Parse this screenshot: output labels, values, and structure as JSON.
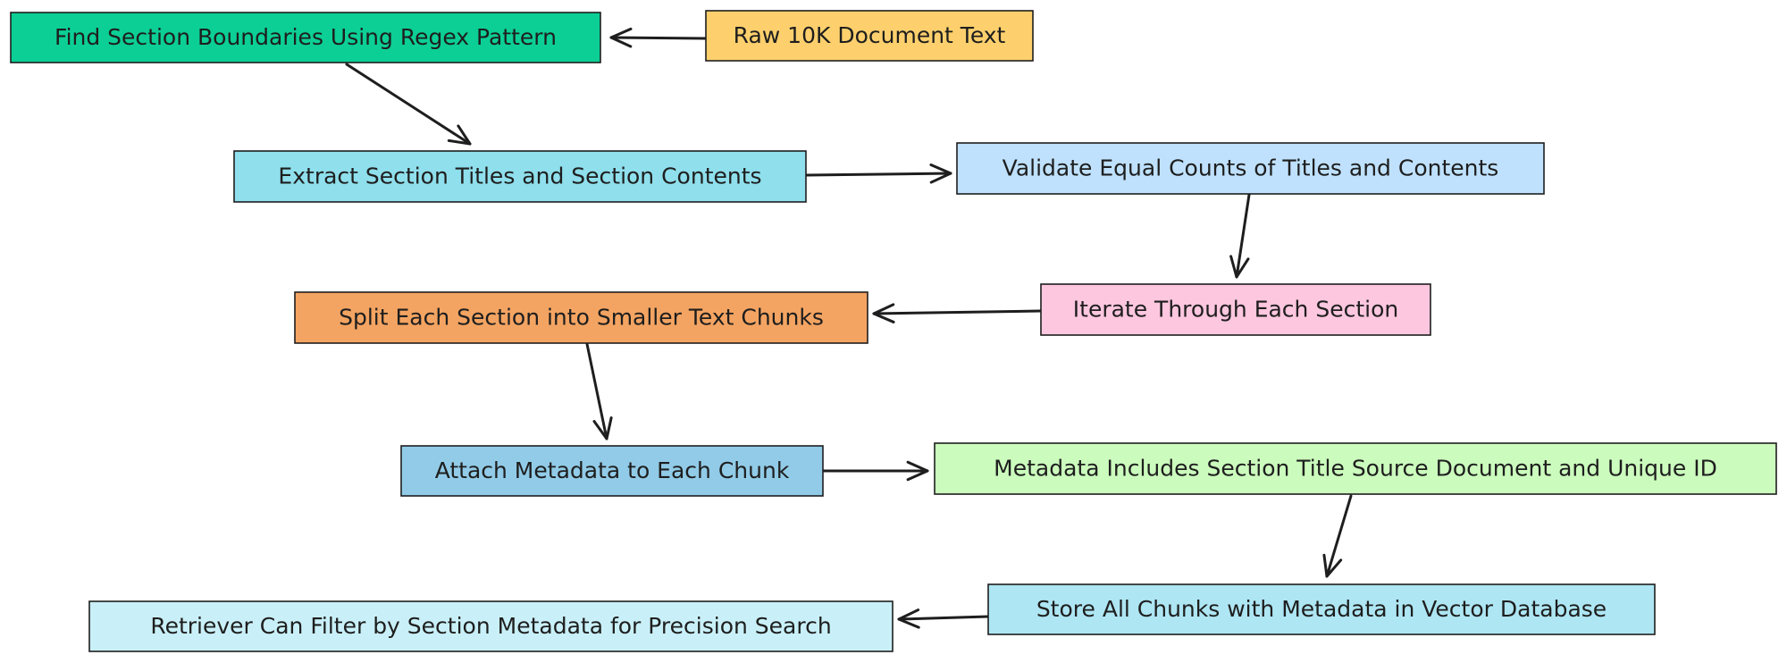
{
  "nodes": [
    {
      "id": "n1",
      "label": "Find Section Boundaries Using Regex Pattern",
      "color": "#0ccf95"
    },
    {
      "id": "n2",
      "label": "Raw 10K Document Text",
      "color": "#fdd06d"
    },
    {
      "id": "n3",
      "label": "Extract Section Titles and Section Contents",
      "color": "#8fdfec"
    },
    {
      "id": "n4",
      "label": "Validate Equal Counts of Titles and Contents",
      "color": "#bfe1fd"
    },
    {
      "id": "n5",
      "label": "Iterate Through Each Section",
      "color": "#fdc7df"
    },
    {
      "id": "n6",
      "label": "Split Each Section into Smaller Text Chunks",
      "color": "#f4a462"
    },
    {
      "id": "n7",
      "label": "Attach Metadata to Each Chunk",
      "color": "#91cbe7"
    },
    {
      "id": "n8",
      "label": "Metadata Includes Section Title Source Document and Unique ID",
      "color": "#cbfcbd"
    },
    {
      "id": "n9",
      "label": "Store All Chunks with Metadata in Vector Database",
      "color": "#aee6f3"
    },
    {
      "id": "n10",
      "label": "Retriever Can Filter by Section Metadata for Precision Search",
      "color": "#c9f0f8"
    }
  ],
  "edges": [
    {
      "from": "n2",
      "to": "n1"
    },
    {
      "from": "n1",
      "to": "n3"
    },
    {
      "from": "n3",
      "to": "n4"
    },
    {
      "from": "n4",
      "to": "n5"
    },
    {
      "from": "n5",
      "to": "n6"
    },
    {
      "from": "n6",
      "to": "n7"
    },
    {
      "from": "n7",
      "to": "n8"
    },
    {
      "from": "n8",
      "to": "n9"
    },
    {
      "from": "n9",
      "to": "n10"
    }
  ]
}
